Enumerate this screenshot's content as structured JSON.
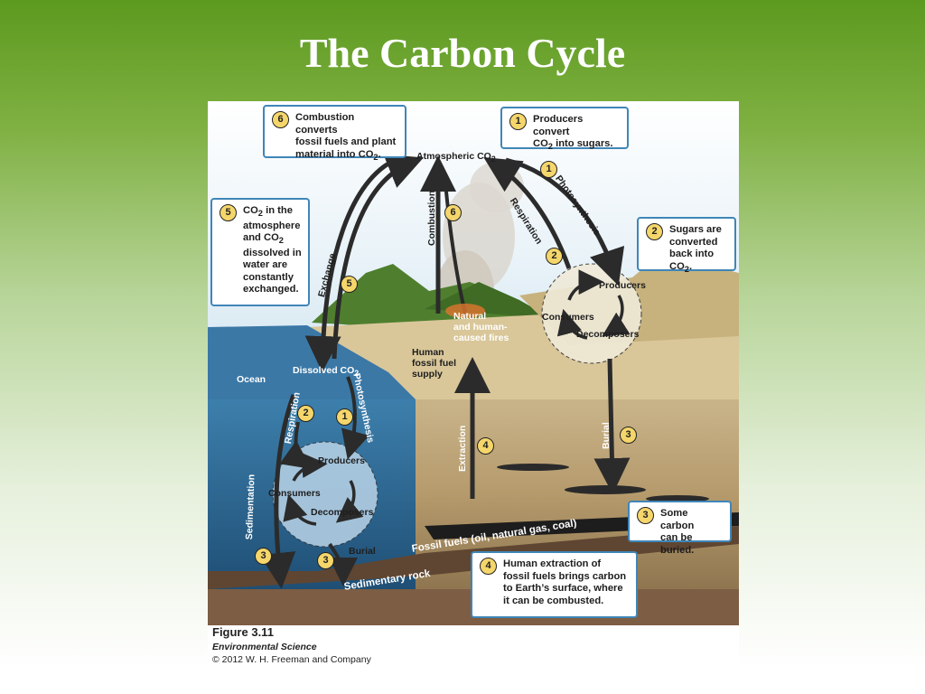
{
  "slide": {
    "title": "The Carbon Cycle"
  },
  "callouts": {
    "c6": {
      "num": "6",
      "line1": "Combustion converts",
      "line2": "fossil fuels and plant",
      "line3a": "material into CO",
      "sub": "2",
      "tail": "."
    },
    "c1": {
      "num": "1",
      "line1": "Producers convert",
      "line2a": "CO",
      "sub": "2",
      "line2b": " into sugars."
    },
    "c5": {
      "num": "5",
      "line1a": "CO",
      "sub1": "2",
      "line1b": " in the",
      "line2": "atmosphere",
      "line3a": "and CO",
      "sub2": "2",
      "line4": "dissolved in",
      "line5": "water are",
      "line6": "constantly",
      "line7": "exchanged."
    },
    "c2": {
      "num": "2",
      "line1": "Sugars are",
      "line2": "converted",
      "line3a": "back into CO",
      "sub": "2",
      "tail": "."
    },
    "c3": {
      "num": "3",
      "line1": "Some carbon",
      "line2": "can be buried."
    },
    "c4": {
      "num": "4",
      "line1": "Human extraction of",
      "line2": "fossil fuels brings carbon",
      "line3": "to Earth’s surface, where",
      "line4": "it can be combusted."
    }
  },
  "labels": {
    "atmospheric": "Atmospheric CO",
    "atmospheric_sub": "2",
    "photosynthesis_top": "Photosynthesis",
    "respiration_top": "Respiration",
    "combustion": "Combustion",
    "exchange": "Exchange",
    "producers_land": "Producers",
    "consumers_land": "Consumers",
    "decomposers_land": "Decomposers",
    "natural_fires_1": "Natural",
    "natural_fires_2": "and human-",
    "natural_fires_3": "caused fires",
    "human_supply_1": "Human",
    "human_supply_2": "fossil fuel",
    "human_supply_3": "supply",
    "ocean": "Ocean",
    "dissolved": "Dissolved CO",
    "dissolved_sub": "2",
    "respiration_ocean": "Respiration",
    "photosynthesis_ocean": "Photosynthesis",
    "producers_ocean": "Producers",
    "consumers_ocean": "Consumers",
    "decomposers_ocean": "Decomposers",
    "extraction": "Extraction",
    "burial_land": "Burial",
    "burial_ocean": "Burial",
    "sedimentation": "Sedimentation",
    "fossil_fuels": "Fossil fuels (oil, natural gas, coal)",
    "sedimentary_rock": "Sedimentary rock"
  },
  "badges": {
    "b6": "6",
    "b1": "1",
    "b2": "2",
    "b5": "5",
    "b2o": "2",
    "b1o": "1",
    "b4": "4",
    "b3l": "3",
    "b3o": "3",
    "b3s": "3"
  },
  "caption": {
    "figure": "Figure 3.11",
    "book": "Environmental Science",
    "copyright": "© 2012 W. H. Freeman and Company"
  },
  "colors": {
    "callout_border": "#3f86b8",
    "badge_fill": "#f5d66b",
    "arrow": "#2b2b2b",
    "ocean": "#2e6b96"
  }
}
